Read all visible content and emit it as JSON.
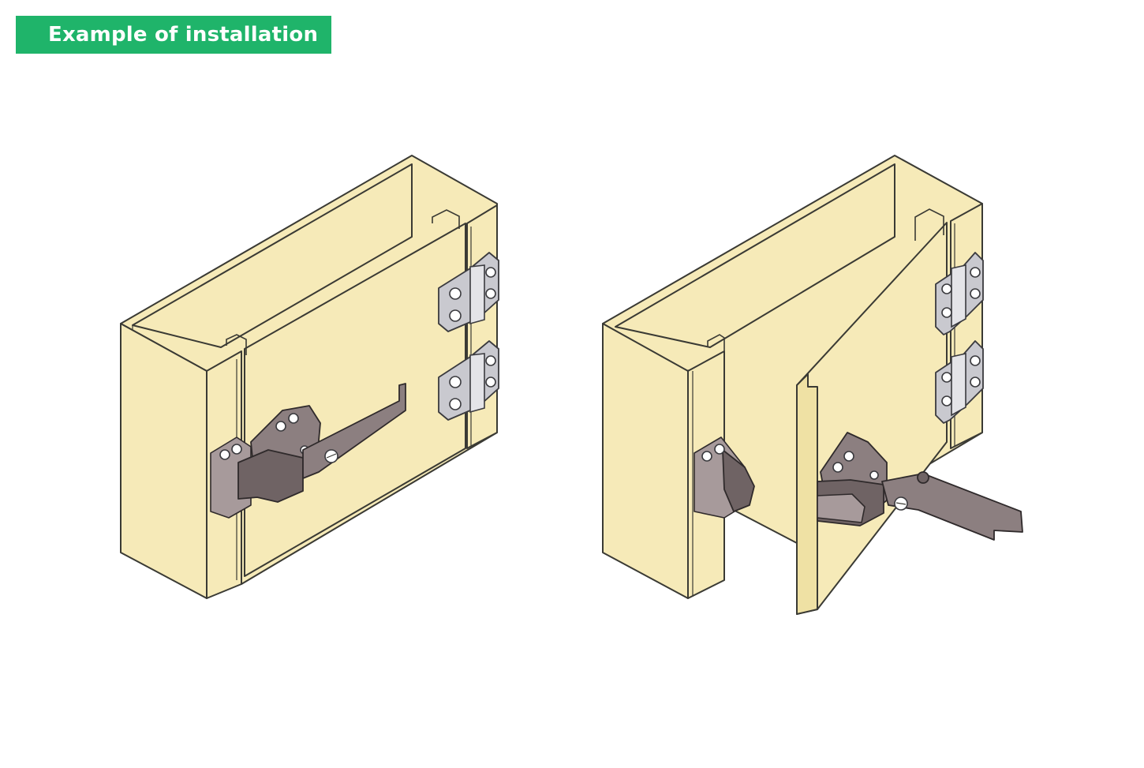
{
  "title": {
    "text": "Example of installation"
  },
  "colors": {
    "title_bg": "#1fb46a",
    "title_fg": "#ffffff",
    "panel": "#f6eab8",
    "hinge": "#c9c9cf",
    "latch": "#8c7f80"
  },
  "figures": [
    {
      "name": "closed-cabinet",
      "state": "closed"
    },
    {
      "name": "open-cabinet",
      "state": "open"
    }
  ]
}
